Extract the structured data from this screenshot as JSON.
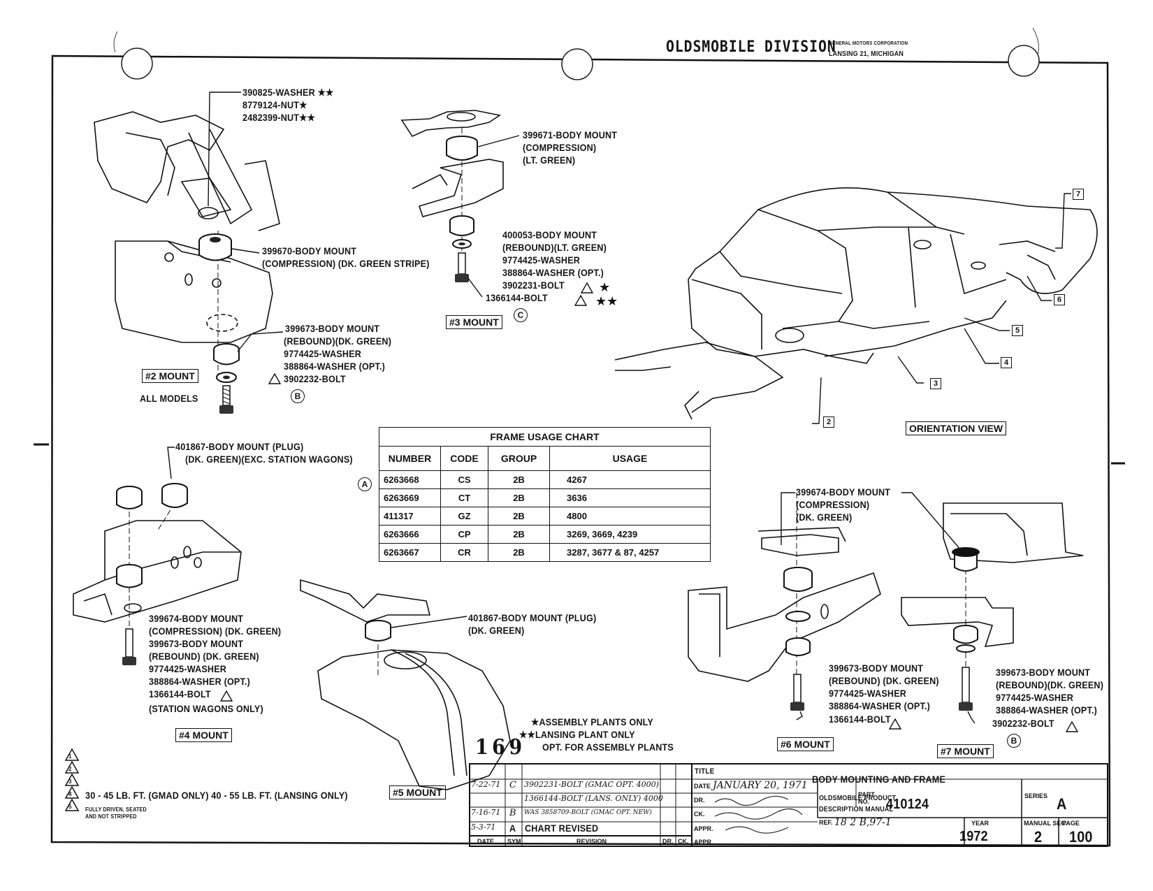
{
  "header": {
    "division": "OLDSMOBILE DIVISION",
    "corp_line1": "GENERAL MOTORS CORPORATION",
    "corp_line2": "LANSING 21, MICHIGAN"
  },
  "mount2": {
    "top_labels": [
      "390825-WASHER ★★",
      "8779124-NUT★",
      "2482399-NUT★★"
    ],
    "compression": [
      "399670-BODY MOUNT",
      "(COMPRESSION) (DK. GREEN STRIPE)"
    ],
    "rebound": [
      "399673-BODY MOUNT",
      "(REBOUND)(DK. GREEN)",
      "9774425-WASHER",
      "388864-WASHER (OPT.)",
      "3902232-BOLT"
    ],
    "box_label": "#2 MOUNT",
    "sub_label": "ALL MODELS",
    "circle": "B"
  },
  "mount3": {
    "compression": [
      "399671-BODY MOUNT",
      "(COMPRESSION)",
      "(LT. GREEN)"
    ],
    "rebound": [
      "400053-BODY MOUNT",
      "(REBOUND)(LT. GREEN)",
      "9774425-WASHER",
      "388864-WASHER (OPT.)",
      "3902231-BOLT",
      "1366144-BOLT"
    ],
    "box_label": "#3 MOUNT",
    "circle": "C"
  },
  "orientation": {
    "label": "ORIENTATION VIEW",
    "callouts": [
      "2",
      "3",
      "4",
      "5",
      "6",
      "7"
    ]
  },
  "frame_usage_chart": {
    "title": "FRAME USAGE CHART",
    "headers": [
      "NUMBER",
      "CODE",
      "GROUP",
      "USAGE"
    ],
    "rows": [
      [
        "6263668",
        "CS",
        "2B",
        "4267"
      ],
      [
        "6263669",
        "CT",
        "2B",
        "3636"
      ],
      [
        "411317",
        "GZ",
        "2B",
        "4800"
      ],
      [
        "6263666",
        "CP",
        "2B",
        "3269, 3669, 4239"
      ],
      [
        "6263667",
        "CR",
        "2B",
        "3287, 3677 & 87, 4257"
      ]
    ],
    "circle": "A"
  },
  "mount4": {
    "plug": [
      "401867-BODY MOUNT (PLUG)",
      "(DK. GREEN)(EXC. STATION WAGONS)"
    ],
    "labels": [
      "399674-BODY MOUNT",
      "(COMPRESSION) (DK. GREEN)",
      "399673-BODY MOUNT",
      "(REBOUND) (DK. GREEN)",
      "9774425-WASHER",
      "388864-WASHER (OPT.)",
      "1366144-BOLT",
      "(STATION WAGONS ONLY)"
    ],
    "box_label": "#4 MOUNT"
  },
  "mount5": {
    "plug": [
      "401867-BODY MOUNT (PLUG)",
      "(DK. GREEN)"
    ],
    "box_label": "#5 MOUNT"
  },
  "mount6": {
    "compression": [
      "399674-BODY MOUNT",
      "(COMPRESSION)",
      "(DK. GREEN)"
    ],
    "labels": [
      "399673-BODY MOUNT",
      "(REBOUND) (DK. GREEN)",
      "9774425-WASHER",
      "388864-WASHER (OPT.)",
      "1366144-BOLT"
    ],
    "box_label": "#6 MOUNT"
  },
  "mount7": {
    "labels": [
      "399673-BODY MOUNT",
      "(REBOUND)(DK. GREEN)",
      "9774425-WASHER",
      "388864-WASHER (OPT.)",
      "3902232-BOLT"
    ],
    "box_label": "#7 MOUNT",
    "circle": "B"
  },
  "notes": {
    "star1": "★ASSEMBLY PLANTS ONLY",
    "star2": "★★LANSING PLANT ONLY",
    "star3": "OPT. FOR ASSEMBLY PLANTS",
    "page_num": "169",
    "torque_note": "30 - 45 LB. FT. (GMAD ONLY) 40 - 55 LB. FT. (LANSING ONLY)",
    "fully_driven1": "FULLY DRIVEN, SEATED",
    "fully_driven2": "AND NOT STRIPPED"
  },
  "title_block": {
    "revisions": [
      {
        "date": "7-22-71",
        "sym": "C",
        "text": "3902231-BOLT (GMAC OPT. 4000)"
      },
      {
        "date": "",
        "sym": "",
        "text": "1366144-BOLT (LANS. ONLY) 4000"
      },
      {
        "date": "7-16-71",
        "sym": "B",
        "text": "WAS 3858709-BOLT (GMAC OPT. NEW)"
      },
      {
        "date": "5-3-71",
        "sym": "A",
        "text": "CHART REVISED"
      }
    ],
    "rev_headers": [
      "DATE",
      "SYM",
      "REVISION",
      "DR.",
      "CK."
    ],
    "title_label": "TITLE",
    "title": "BODY MOUNTING AND FRAME",
    "date_label": "DATE",
    "date": "JANUARY 20, 1971",
    "dr_label": "DR.",
    "ck_label": "CK.",
    "appr_label": "APPR.",
    "appr2_label": "APPR.",
    "product_line1": "OLDSMOBILE PRODUCT",
    "product_line2": "DESCRIPTION MANUAL",
    "part_label": "PART NO.",
    "part_no": "410124",
    "series_label": "SERIES",
    "series": "A",
    "ref_label": "REF.",
    "ref": "18 2 B,97-1",
    "year_label": "YEAR",
    "year": "1972",
    "manual_sec_label": "MANUAL SEC.",
    "manual_sec": "2",
    "page_label": "PAGE",
    "page": "100"
  }
}
